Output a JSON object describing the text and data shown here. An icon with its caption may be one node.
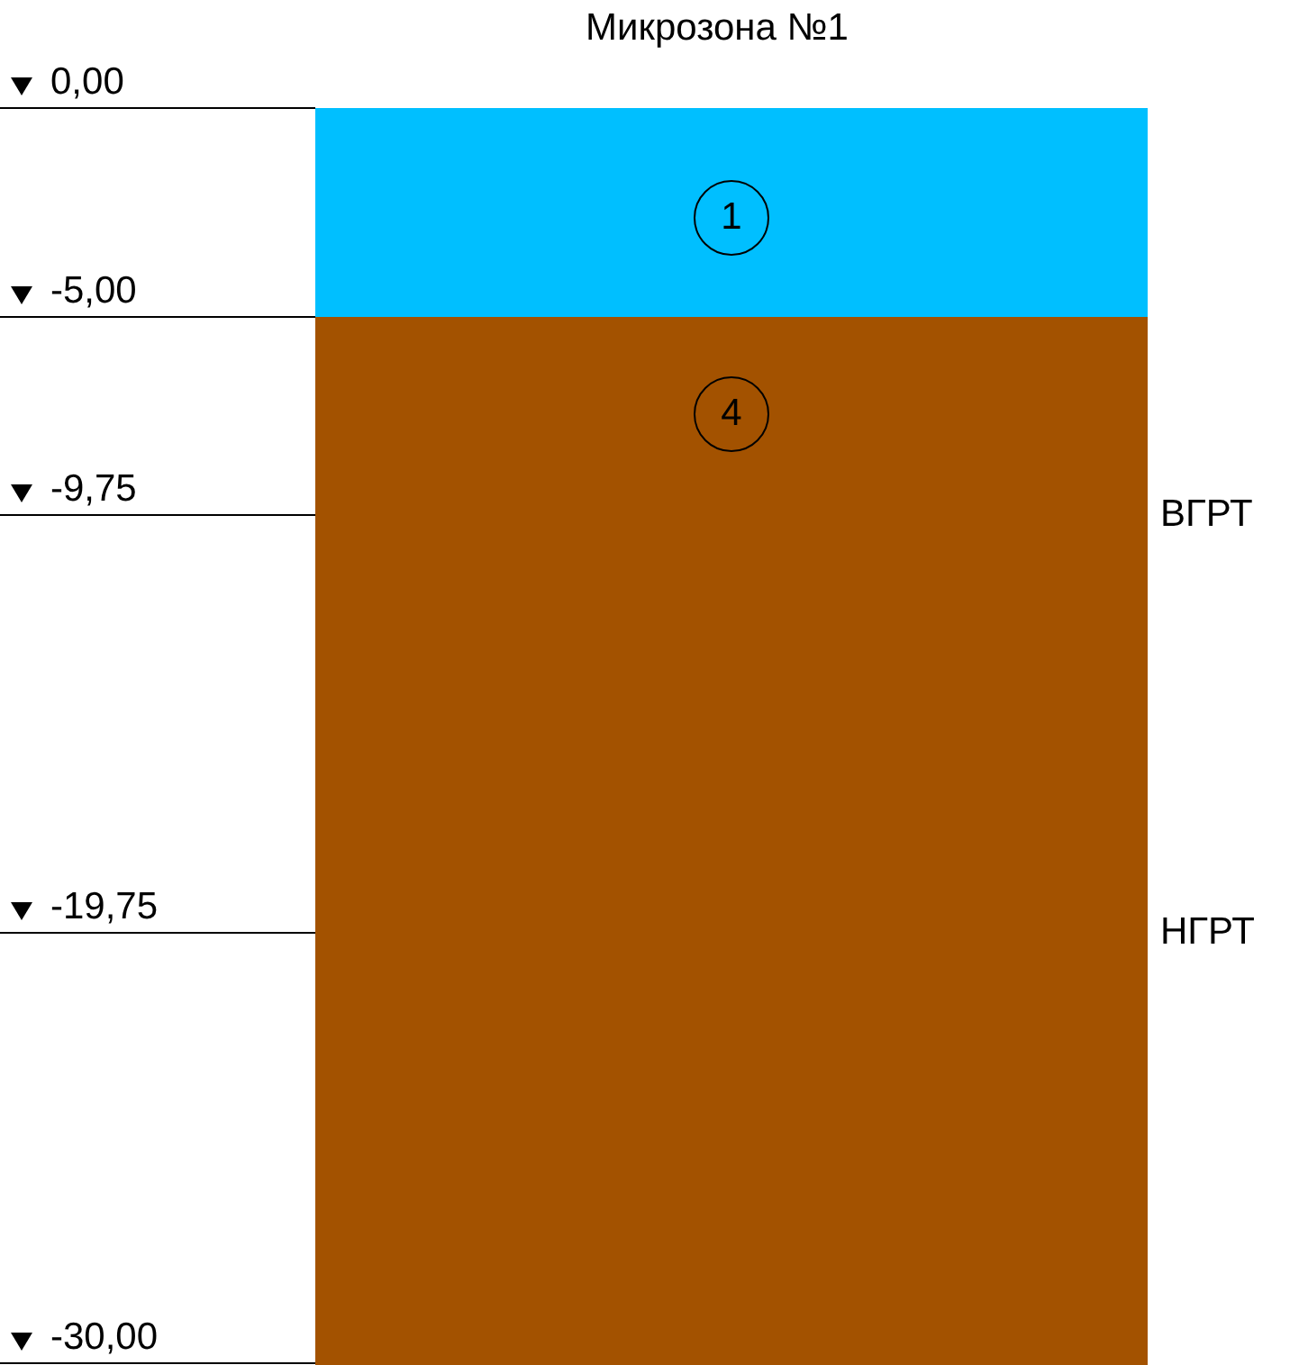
{
  "diagram": {
    "title": "Микрозона №1",
    "nodes": [
      {
        "text": [
          "1"
        ]
      },
      {
        "text": [
          "4"
        ]
      }
    ],
    "edges": [],
    "labels": [
      "0,00",
      "-5,00",
      "-9,75",
      "ВГРТ",
      "-19,75",
      "НГРТ",
      "-30,00"
    ]
  }
}
